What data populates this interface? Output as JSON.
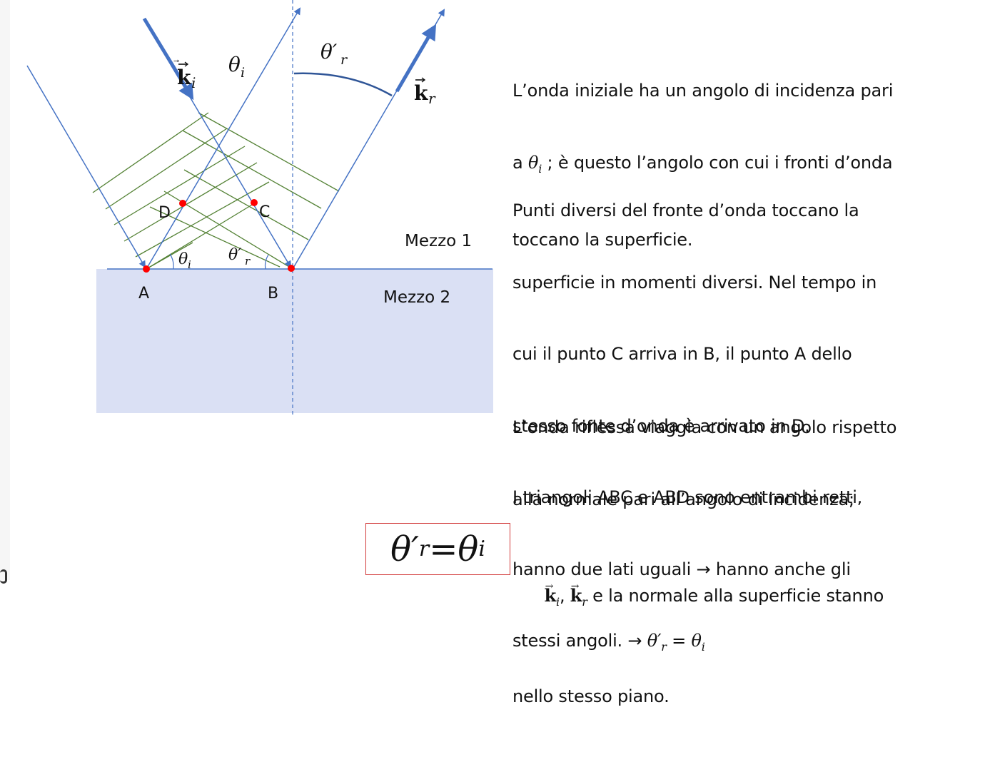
{
  "diagram": {
    "labels": {
      "ki": "k",
      "ki_sub": "i",
      "kr": "k",
      "kr_sub": "r",
      "theta_i_top": "θ",
      "theta_i_top_sub": "i",
      "theta_r_top": "θ′",
      "theta_r_top_sub": "r",
      "theta_i_bottom": "θ",
      "theta_i_bottom_sub": "i",
      "theta_r_bottom": "θ′",
      "theta_r_bottom_sub": "r",
      "point_A": "A",
      "point_B": "B",
      "point_C": "C",
      "point_D": "D",
      "medium1": "Mezzo 1",
      "medium2": "Mezzo 2"
    },
    "colors": {
      "ray": "#4472c4",
      "wavefront": "#548235",
      "point": "#ff0000",
      "medium2_fill": "#dae0f4",
      "normal": "#4472c4",
      "arc": "#2f5597"
    }
  },
  "text": {
    "p1_a": "L’onda iniziale ha un angolo di incidenza pari",
    "p1_b_pre": "a ",
    "p1_b_theta": "θ",
    "p1_b_sub": "i",
    "p1_b_post": " ; è questo l’angolo con cui i fronti d’onda",
    "p1_c": "toccano la superficie.",
    "p2_a": "Punti diversi del fronte d’onda toccano la",
    "p2_b": "superficie in momenti diversi. Nel tempo in",
    "p2_c": "cui il punto C arriva in B, il punto A dello",
    "p2_d": "stesso fonte d’onda è arrivato in D.",
    "p2_e": "I triangoli ABC e ABD sono entrambi retti,",
    "p2_f": "hanno due lati uguali → hanno anche gli",
    "p2_g_pre": "stessi angoli. → ",
    "p2_g_theta_r": "θ′",
    "p2_g_sub_r": "r",
    "p2_g_eq": " = ",
    "p2_g_theta_i": "θ",
    "p2_g_sub_i": "i",
    "p3_a": "L’onda riflessa viaggia con un angolo rispetto",
    "p3_b": "alla normale pari all’angolo di incidenza;",
    "p3_c_k1": "k",
    "p3_c_sub1": "i",
    "p3_c_comma": ", ",
    "p3_c_k2": "k",
    "p3_c_sub2": "r",
    "p3_c_post": " e la normale alla superficie stanno",
    "p3_d": "nello stesso piano."
  },
  "formula": {
    "theta_r": "θ′",
    "sub_r": "r",
    "eq": " = ",
    "theta_i": "θ",
    "sub_i": "i",
    "border_color": "#d23a3a"
  }
}
